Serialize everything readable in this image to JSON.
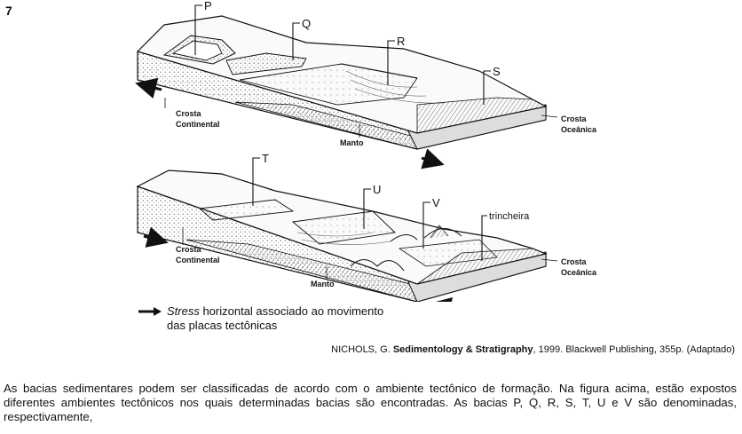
{
  "question_number": "7",
  "figure": {
    "top_labels": {
      "P": "P",
      "Q": "Q",
      "R": "R",
      "S": "S"
    },
    "bottom_labels": {
      "T": "T",
      "U": "U",
      "V": "V",
      "trench": "trincheira"
    },
    "crust_continental_1": "Crosta",
    "crust_continental_2": "Continental",
    "crust_oceanic_1": "Crosta",
    "crust_oceanic_2": "Oceânica",
    "mantle": "Manto"
  },
  "legend": {
    "italic": "Stress",
    "line1_rest": " horizontal associado ao movimento",
    "line2": "das placas tectônicas"
  },
  "citation": {
    "author": "NICHOLS, G. ",
    "title": "Sedimentology & Stratigraphy",
    "rest": ", 1999. Blackwell Publishing, 355p. (Adaptado)"
  },
  "paragraph": "As bacias sedimentares podem ser classificadas de acordo com o ambiente tectônico de formação. Na figura acima, estão expostos diferentes ambientes tectônicos nos quais determinadas bacias são encontradas. As bacias P, Q, R, S, T, U e V são denominadas, respectivamente,"
}
